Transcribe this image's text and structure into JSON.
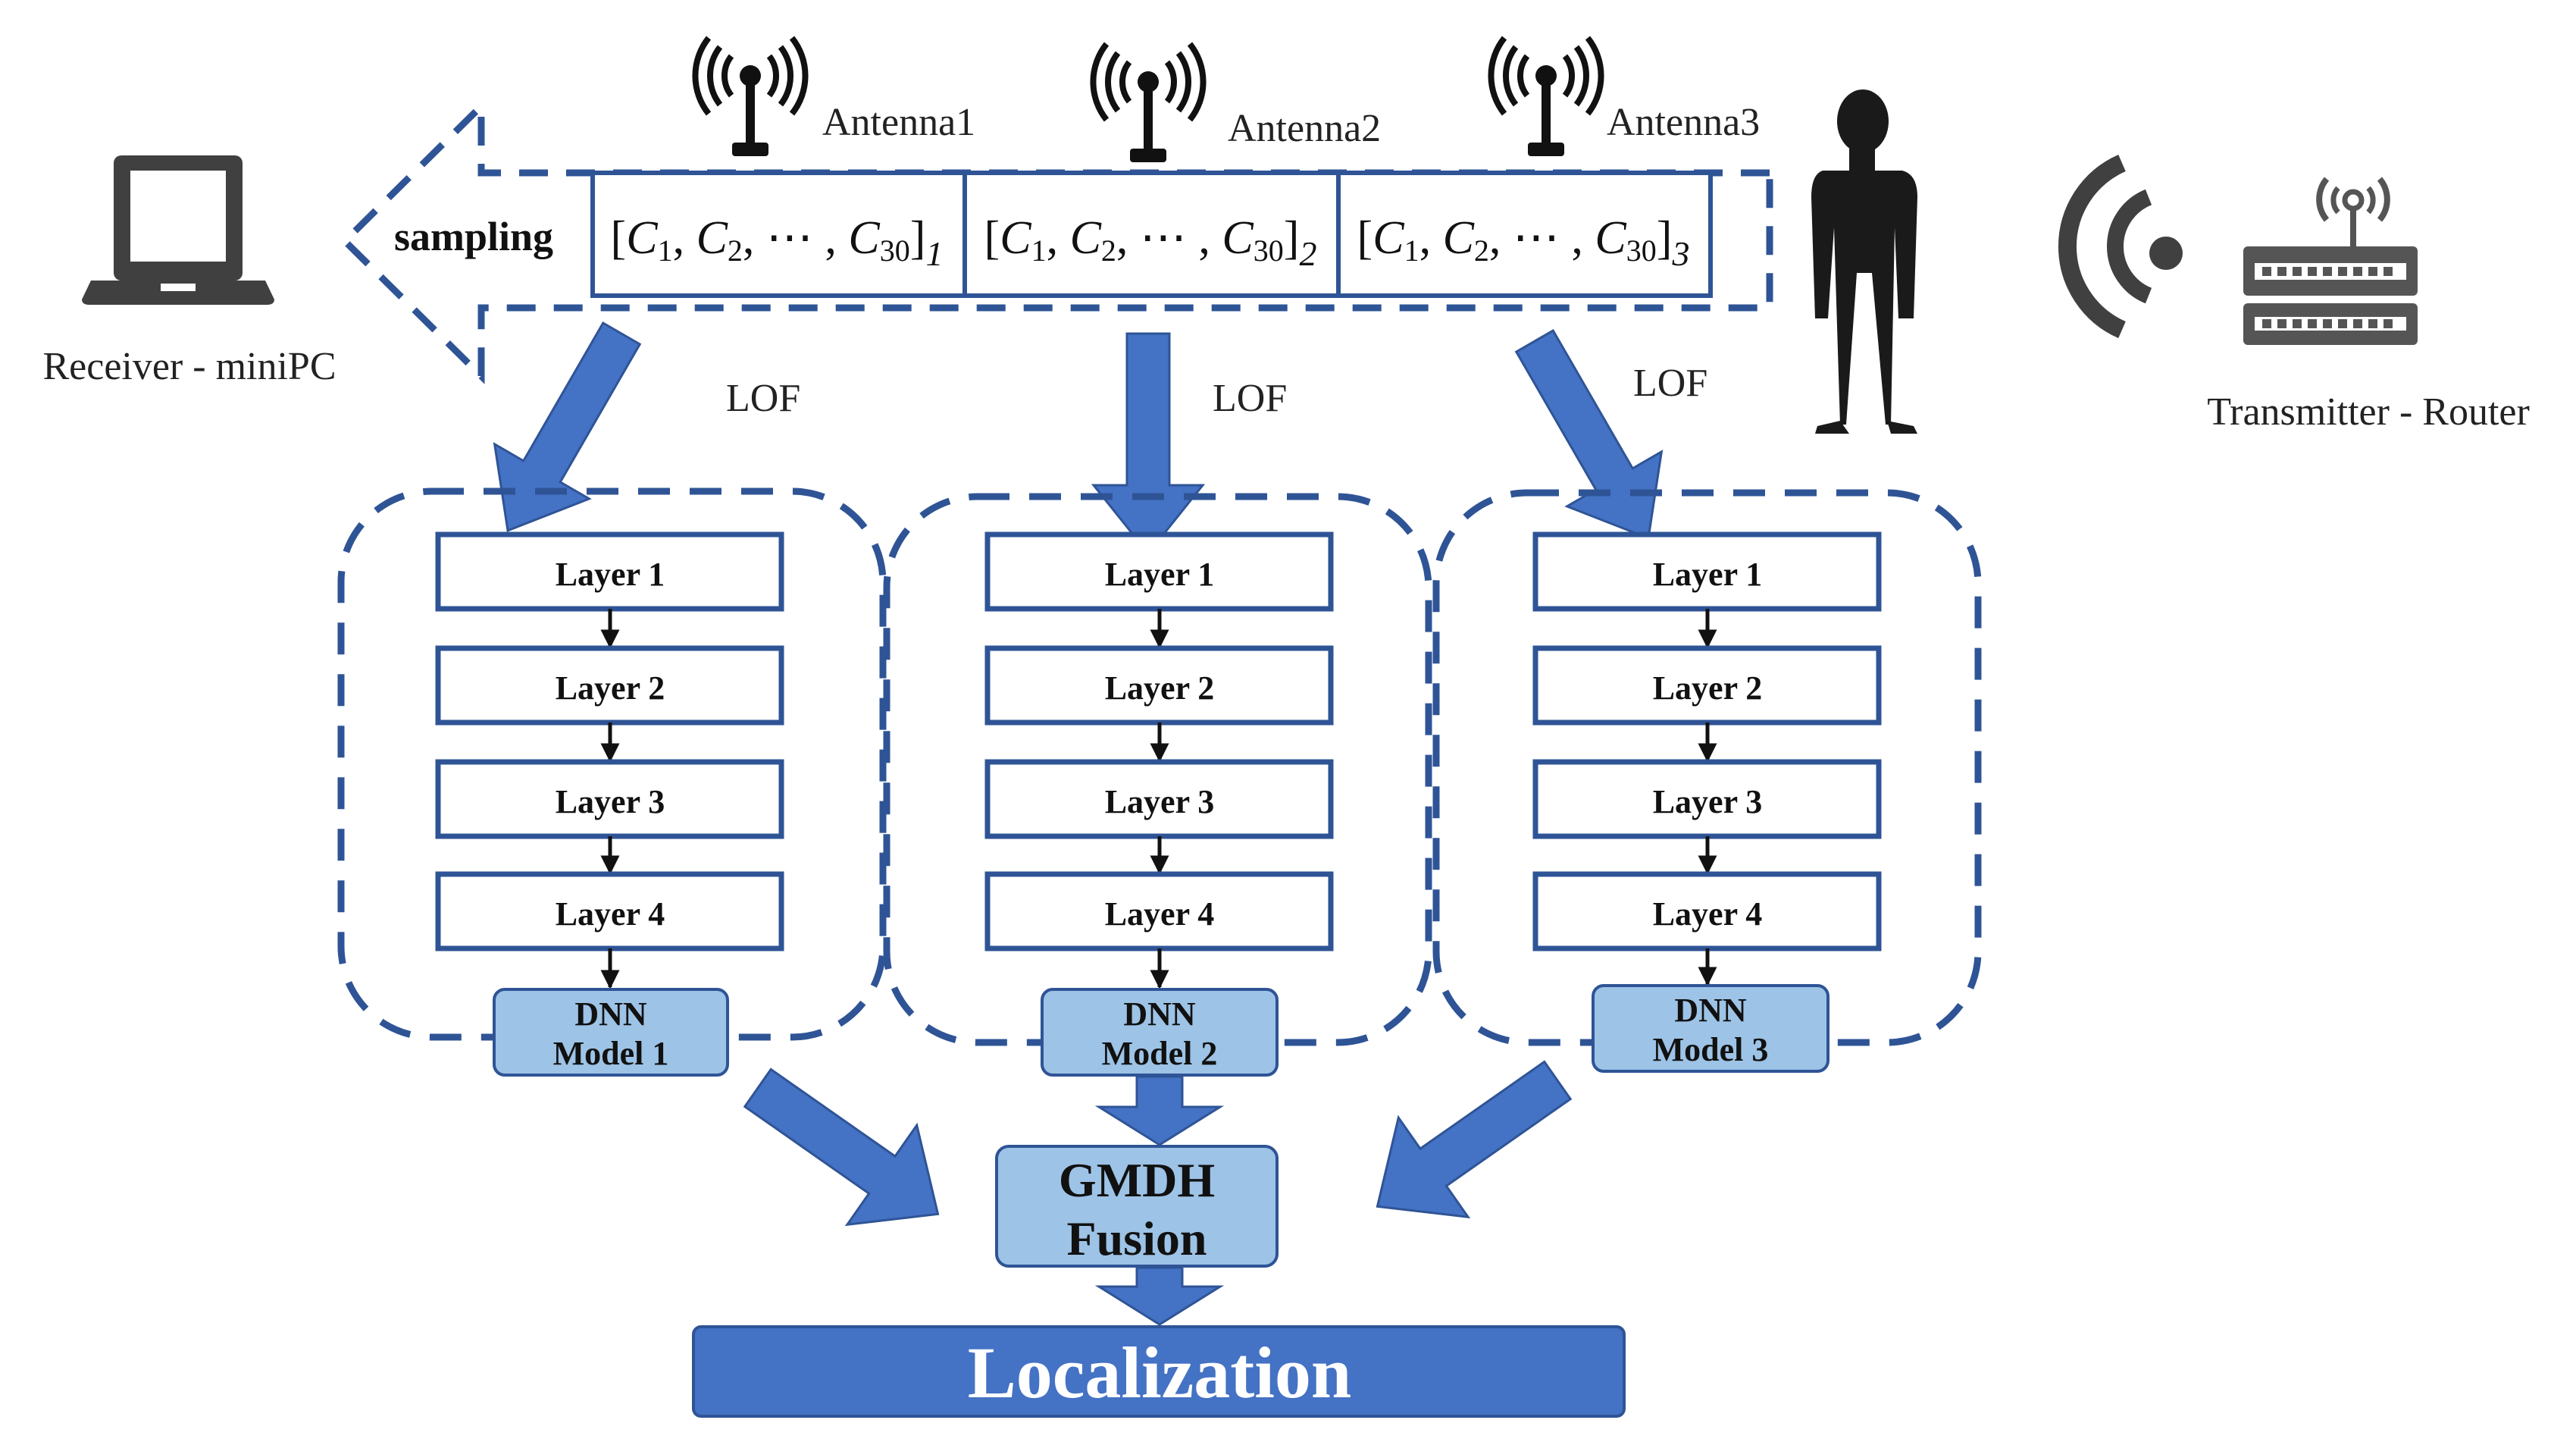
{
  "receiver": {
    "label": "Receiver - miniPC",
    "icon": "laptop-icon"
  },
  "transmitter": {
    "label": "Transmitter - Router",
    "icon": "router-icon"
  },
  "person_icon": "person-silhouette-icon",
  "sampling_label": "sampling",
  "antennas": [
    {
      "label": "Antenna1",
      "icon": "antenna-icon"
    },
    {
      "label": "Antenna2",
      "icon": "antenna-icon"
    },
    {
      "label": "Antenna3",
      "icon": "antenna-icon"
    }
  ],
  "csi_vectors": [
    {
      "open": "[",
      "c1": "C",
      "s1": "1",
      "c2": "C",
      "s2": "2",
      "dots": "⋯",
      "c30": "C",
      "s30": "30",
      "close": "]",
      "index": "1"
    },
    {
      "open": "[",
      "c1": "C",
      "s1": "1",
      "c2": "C",
      "s2": "2",
      "dots": "⋯",
      "c30": "C",
      "s30": "30",
      "close": "]",
      "index": "2"
    },
    {
      "open": "[",
      "c1": "C",
      "s1": "1",
      "c2": "C",
      "s2": "2",
      "dots": "⋯",
      "c30": "C",
      "s30": "30",
      "close": "]",
      "index": "3"
    }
  ],
  "lof_labels": [
    "LOF",
    "LOF",
    "LOF"
  ],
  "dnn_groups": [
    {
      "layers": [
        "Layer 1",
        "Layer 2",
        "Layer 3",
        "Layer 4"
      ],
      "model_line1": "DNN",
      "model_line2": "Model 1"
    },
    {
      "layers": [
        "Layer 1",
        "Layer 2",
        "Layer 3",
        "Layer 4"
      ],
      "model_line1": "DNN",
      "model_line2": "Model 2"
    },
    {
      "layers": [
        "Layer 1",
        "Layer 2",
        "Layer 3",
        "Layer 4"
      ],
      "model_line1": "DNN",
      "model_line2": "Model 3"
    }
  ],
  "fusion": {
    "line1": "GMDH",
    "line2": "Fusion"
  },
  "output": {
    "label": "Localization"
  },
  "colors": {
    "primary_blue": "#4472c4",
    "dark_blue": "#2f5496",
    "light_blue_fill": "#9dc3e6",
    "arrow_fill": "#4472c4",
    "text": "#111111",
    "icon_gray": "#404040"
  }
}
